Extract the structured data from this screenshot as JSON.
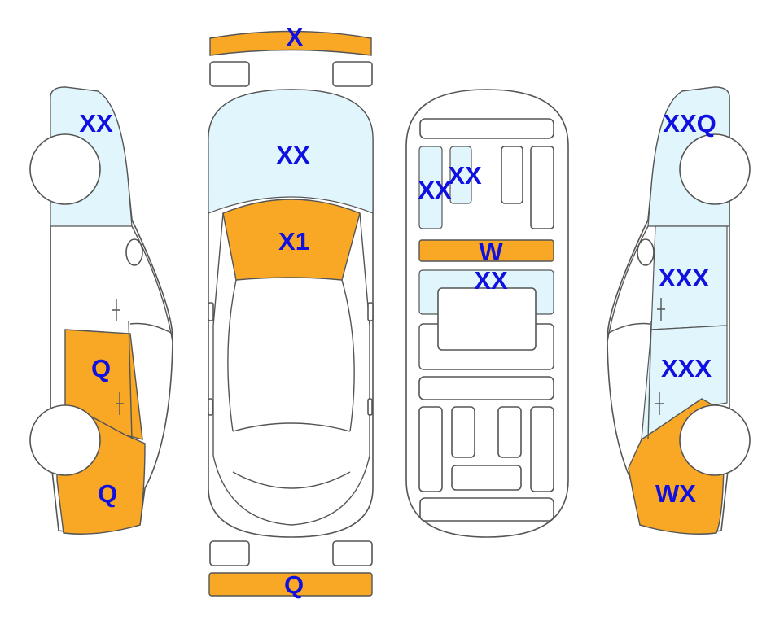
{
  "colors": {
    "damage_major": "#F9A825",
    "damage_minor": "#E0F5FC",
    "outline": "#555555",
    "label": "#1010E0"
  },
  "labels": {
    "front_bumper": "X",
    "rear_bumper": "Q",
    "hood": "XX",
    "windshield": "X1",
    "left_front_fender": "XX",
    "left_rear_door": "Q",
    "left_rear_quarter": "Q",
    "roof_left_a": "XX",
    "roof_left_b": "XX",
    "roof_bar": "W",
    "roof_center": "XX",
    "right_front_fender": "XXQ",
    "right_front_door": "XXX",
    "right_rear_door": "XXX",
    "right_rear_quarter": "WX"
  }
}
